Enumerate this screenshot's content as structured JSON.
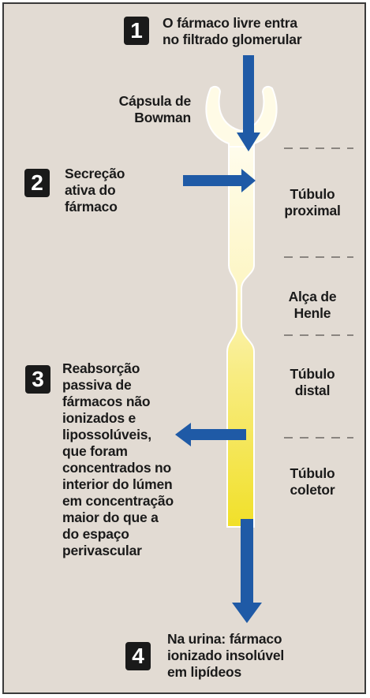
{
  "steps": [
    {
      "number": "1",
      "text": "O fármaco livre entra\nno filtrado glomerular"
    },
    {
      "number": "2",
      "text": "Secreção\nativa do\nfármaco"
    },
    {
      "number": "3",
      "text": "Reabsorção\npassiva de\nfármacos não\nionizados e\nlipossolúveis,\nque foram\nconcentrados no\ninterior do lúmen\nem concentração\nmaior do que a\ndo espaço\nperivascular"
    },
    {
      "number": "4",
      "text": "Na urina: fármaco\nionizado insolúvel\nem lipídeos"
    }
  ],
  "structure_labels": {
    "capsule": "Cápsula de\nBowman",
    "proximal": "Túbulo\nproximal",
    "henle": "Alça de\nHenle",
    "distal": "Túbulo\ndistal",
    "collector": "Túbulo\ncoletor"
  },
  "colors": {
    "background": "#e2dbd3",
    "arrow": "#1f5aa6",
    "badge": "#1a1a1a",
    "nephron_top": "#fefae6",
    "nephron_bottom": "#f2e23a",
    "outline": "#ffffff"
  },
  "icons": [
    "blue-arrow-icon",
    "nephron-tube-icon",
    "dashed-divider-icon"
  ]
}
